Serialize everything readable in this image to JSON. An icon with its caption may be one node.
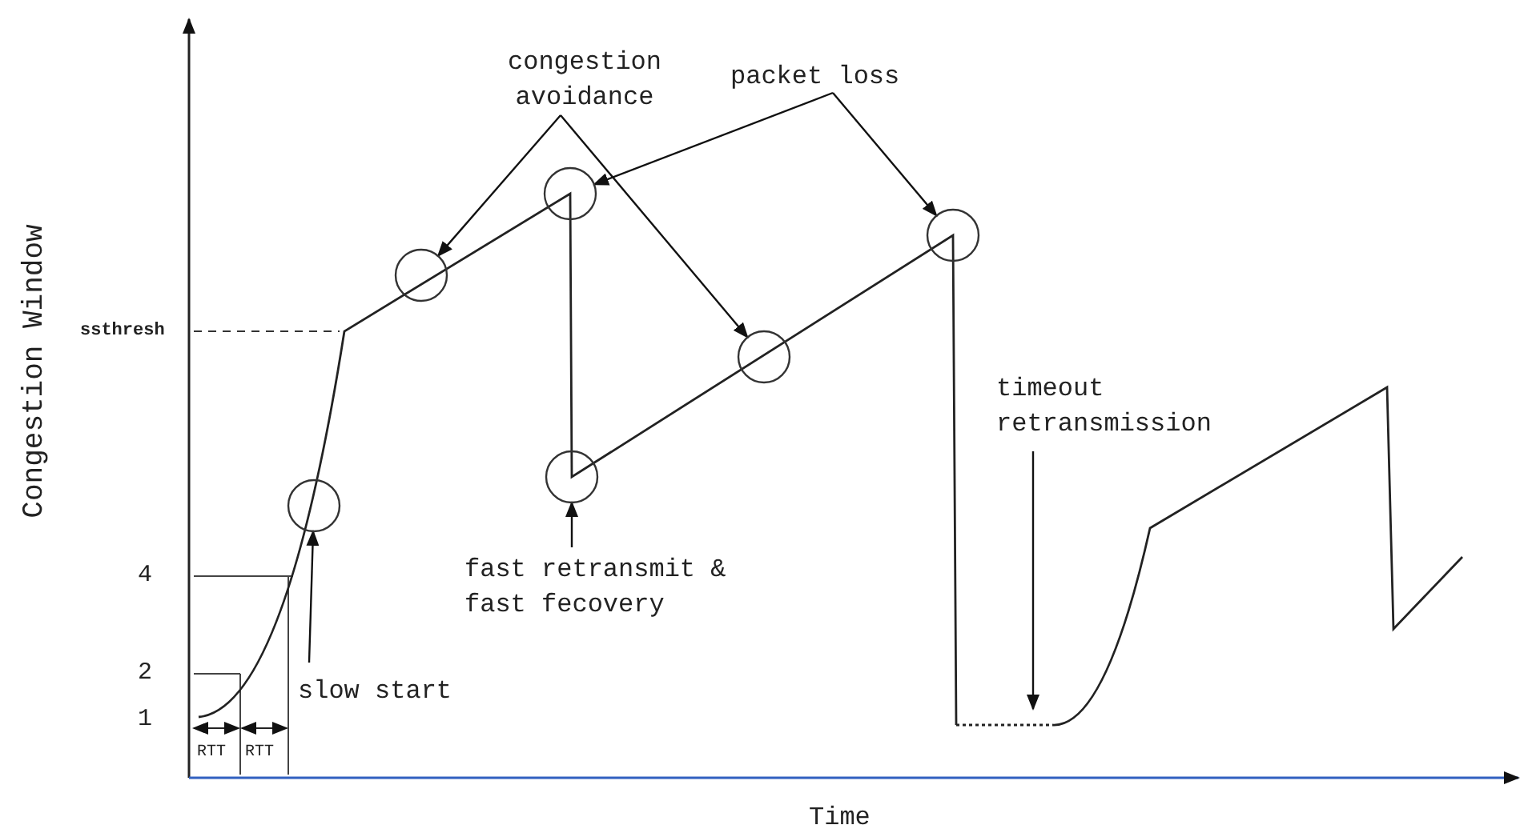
{
  "diagram": {
    "nodes": [
      {
        "text": [
          "congestion avoidance"
        ]
      },
      {
        "text": [
          "packet loss"
        ]
      },
      {
        "text": [
          "timeout retransmission"
        ]
      },
      {
        "text": [
          "fast retransmit & fast fecovery"
        ]
      },
      {
        "text": [
          "slow start"
        ]
      },
      {
        "text": [],
        "shape": "circle"
      },
      {
        "text": [],
        "shape": "circle"
      },
      {
        "text": [],
        "shape": "circle"
      },
      {
        "text": [],
        "shape": "circle"
      },
      {
        "text": [],
        "shape": "circle"
      },
      {
        "text": [],
        "shape": "circle"
      }
    ],
    "edges": [
      {
        "from": 0,
        "to": 6,
        "arrow": "to"
      },
      {
        "from": 0,
        "to": 9,
        "arrow": "to"
      },
      {
        "from": 1,
        "to": 7,
        "arrow": "to"
      },
      {
        "from": 1,
        "to": 10,
        "arrow": "to"
      },
      {
        "from": 2,
        "to": null,
        "arrow": "to"
      },
      {
        "from": 3,
        "to": 8,
        "arrow": "to"
      },
      {
        "from": 4,
        "to": 5,
        "arrow": "to"
      }
    ],
    "labels": [
      "ssthresh",
      "4",
      "2",
      "1",
      "RTT",
      "RTT",
      "Congestion Window",
      "Time"
    ]
  }
}
